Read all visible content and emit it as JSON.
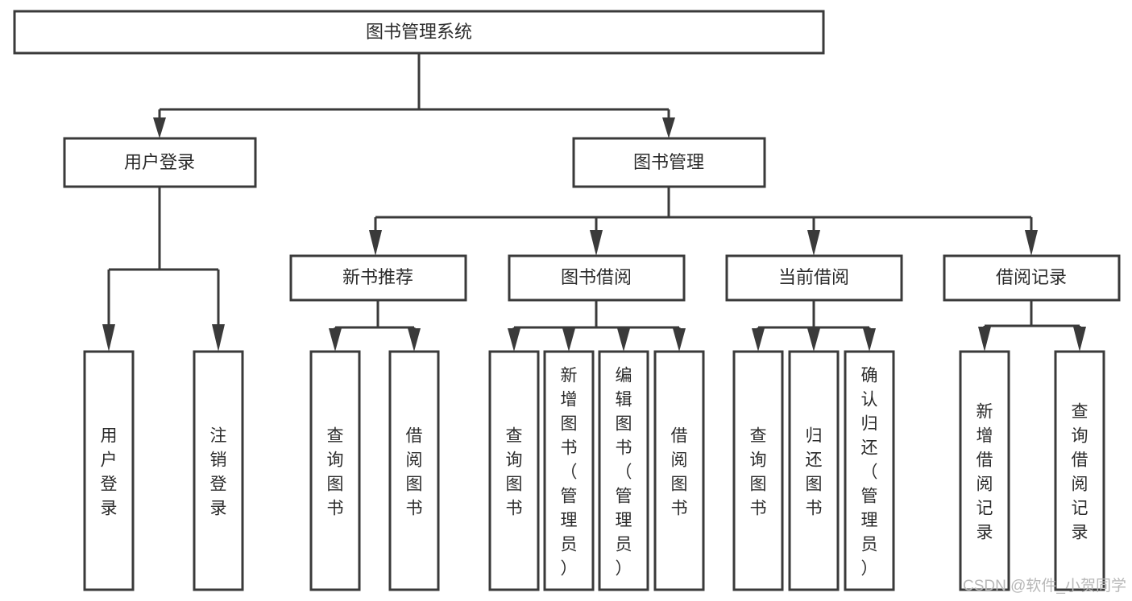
{
  "diagram": {
    "title": "图书管理系统",
    "type": "tree-hierarchy-chart",
    "root": {
      "id": "root",
      "label": "图书管理系统",
      "orientation": "horizontal"
    },
    "level1": [
      {
        "id": "user-login",
        "label": "用户登录",
        "orientation": "horizontal"
      },
      {
        "id": "book-manage",
        "label": "图书管理",
        "orientation": "horizontal"
      }
    ],
    "level2": [
      {
        "id": "new-book-recommend",
        "label": "新书推荐",
        "parent": "book-manage",
        "orientation": "horizontal"
      },
      {
        "id": "book-borrow",
        "label": "图书借阅",
        "parent": "book-manage",
        "orientation": "horizontal"
      },
      {
        "id": "current-borrow",
        "label": "当前借阅",
        "parent": "book-manage",
        "orientation": "horizontal"
      },
      {
        "id": "borrow-record",
        "label": "借阅记录",
        "parent": "book-manage",
        "orientation": "horizontal"
      }
    ],
    "leaves": [
      {
        "id": "leaf-user-login",
        "label": "用户登录",
        "parent": "user-login",
        "orientation": "vertical"
      },
      {
        "id": "leaf-logout-login",
        "label": "注销登录",
        "parent": "user-login",
        "orientation": "vertical"
      },
      {
        "id": "leaf-query-book-1",
        "label": "查询图书",
        "parent": "new-book-recommend",
        "orientation": "vertical"
      },
      {
        "id": "leaf-borrow-book-1",
        "label": "借阅图书",
        "parent": "new-book-recommend",
        "orientation": "vertical"
      },
      {
        "id": "leaf-query-book-2",
        "label": "查询图书",
        "parent": "book-borrow",
        "orientation": "vertical"
      },
      {
        "id": "leaf-add-book-admin",
        "label": "新增图书（管理员）",
        "parent": "book-borrow",
        "orientation": "vertical"
      },
      {
        "id": "leaf-edit-book-admin",
        "label": "编辑图书（管理员）",
        "parent": "book-borrow",
        "orientation": "vertical"
      },
      {
        "id": "leaf-borrow-book-2",
        "label": "借阅图书",
        "parent": "book-borrow",
        "orientation": "vertical"
      },
      {
        "id": "leaf-query-book-3",
        "label": "查询图书",
        "parent": "current-borrow",
        "orientation": "vertical"
      },
      {
        "id": "leaf-return-book",
        "label": "归还图书",
        "parent": "current-borrow",
        "orientation": "vertical"
      },
      {
        "id": "leaf-confirm-return-admin",
        "label": "确认归还（管理员）",
        "parent": "current-borrow",
        "orientation": "vertical"
      },
      {
        "id": "leaf-add-borrow-record",
        "label": "新增借阅记录",
        "parent": "borrow-record",
        "orientation": "vertical"
      },
      {
        "id": "leaf-query-borrow-record",
        "label": "查询借阅记录",
        "parent": "borrow-record",
        "orientation": "vertical"
      }
    ]
  },
  "watermark": {
    "text": "CSDN @软件_小贺同学"
  },
  "colors": {
    "stroke": "#3a3a3a",
    "box_fill": "#ffffff",
    "text": "#2b2b2b",
    "background": "#ffffff",
    "watermark": "#b8b8b8"
  }
}
